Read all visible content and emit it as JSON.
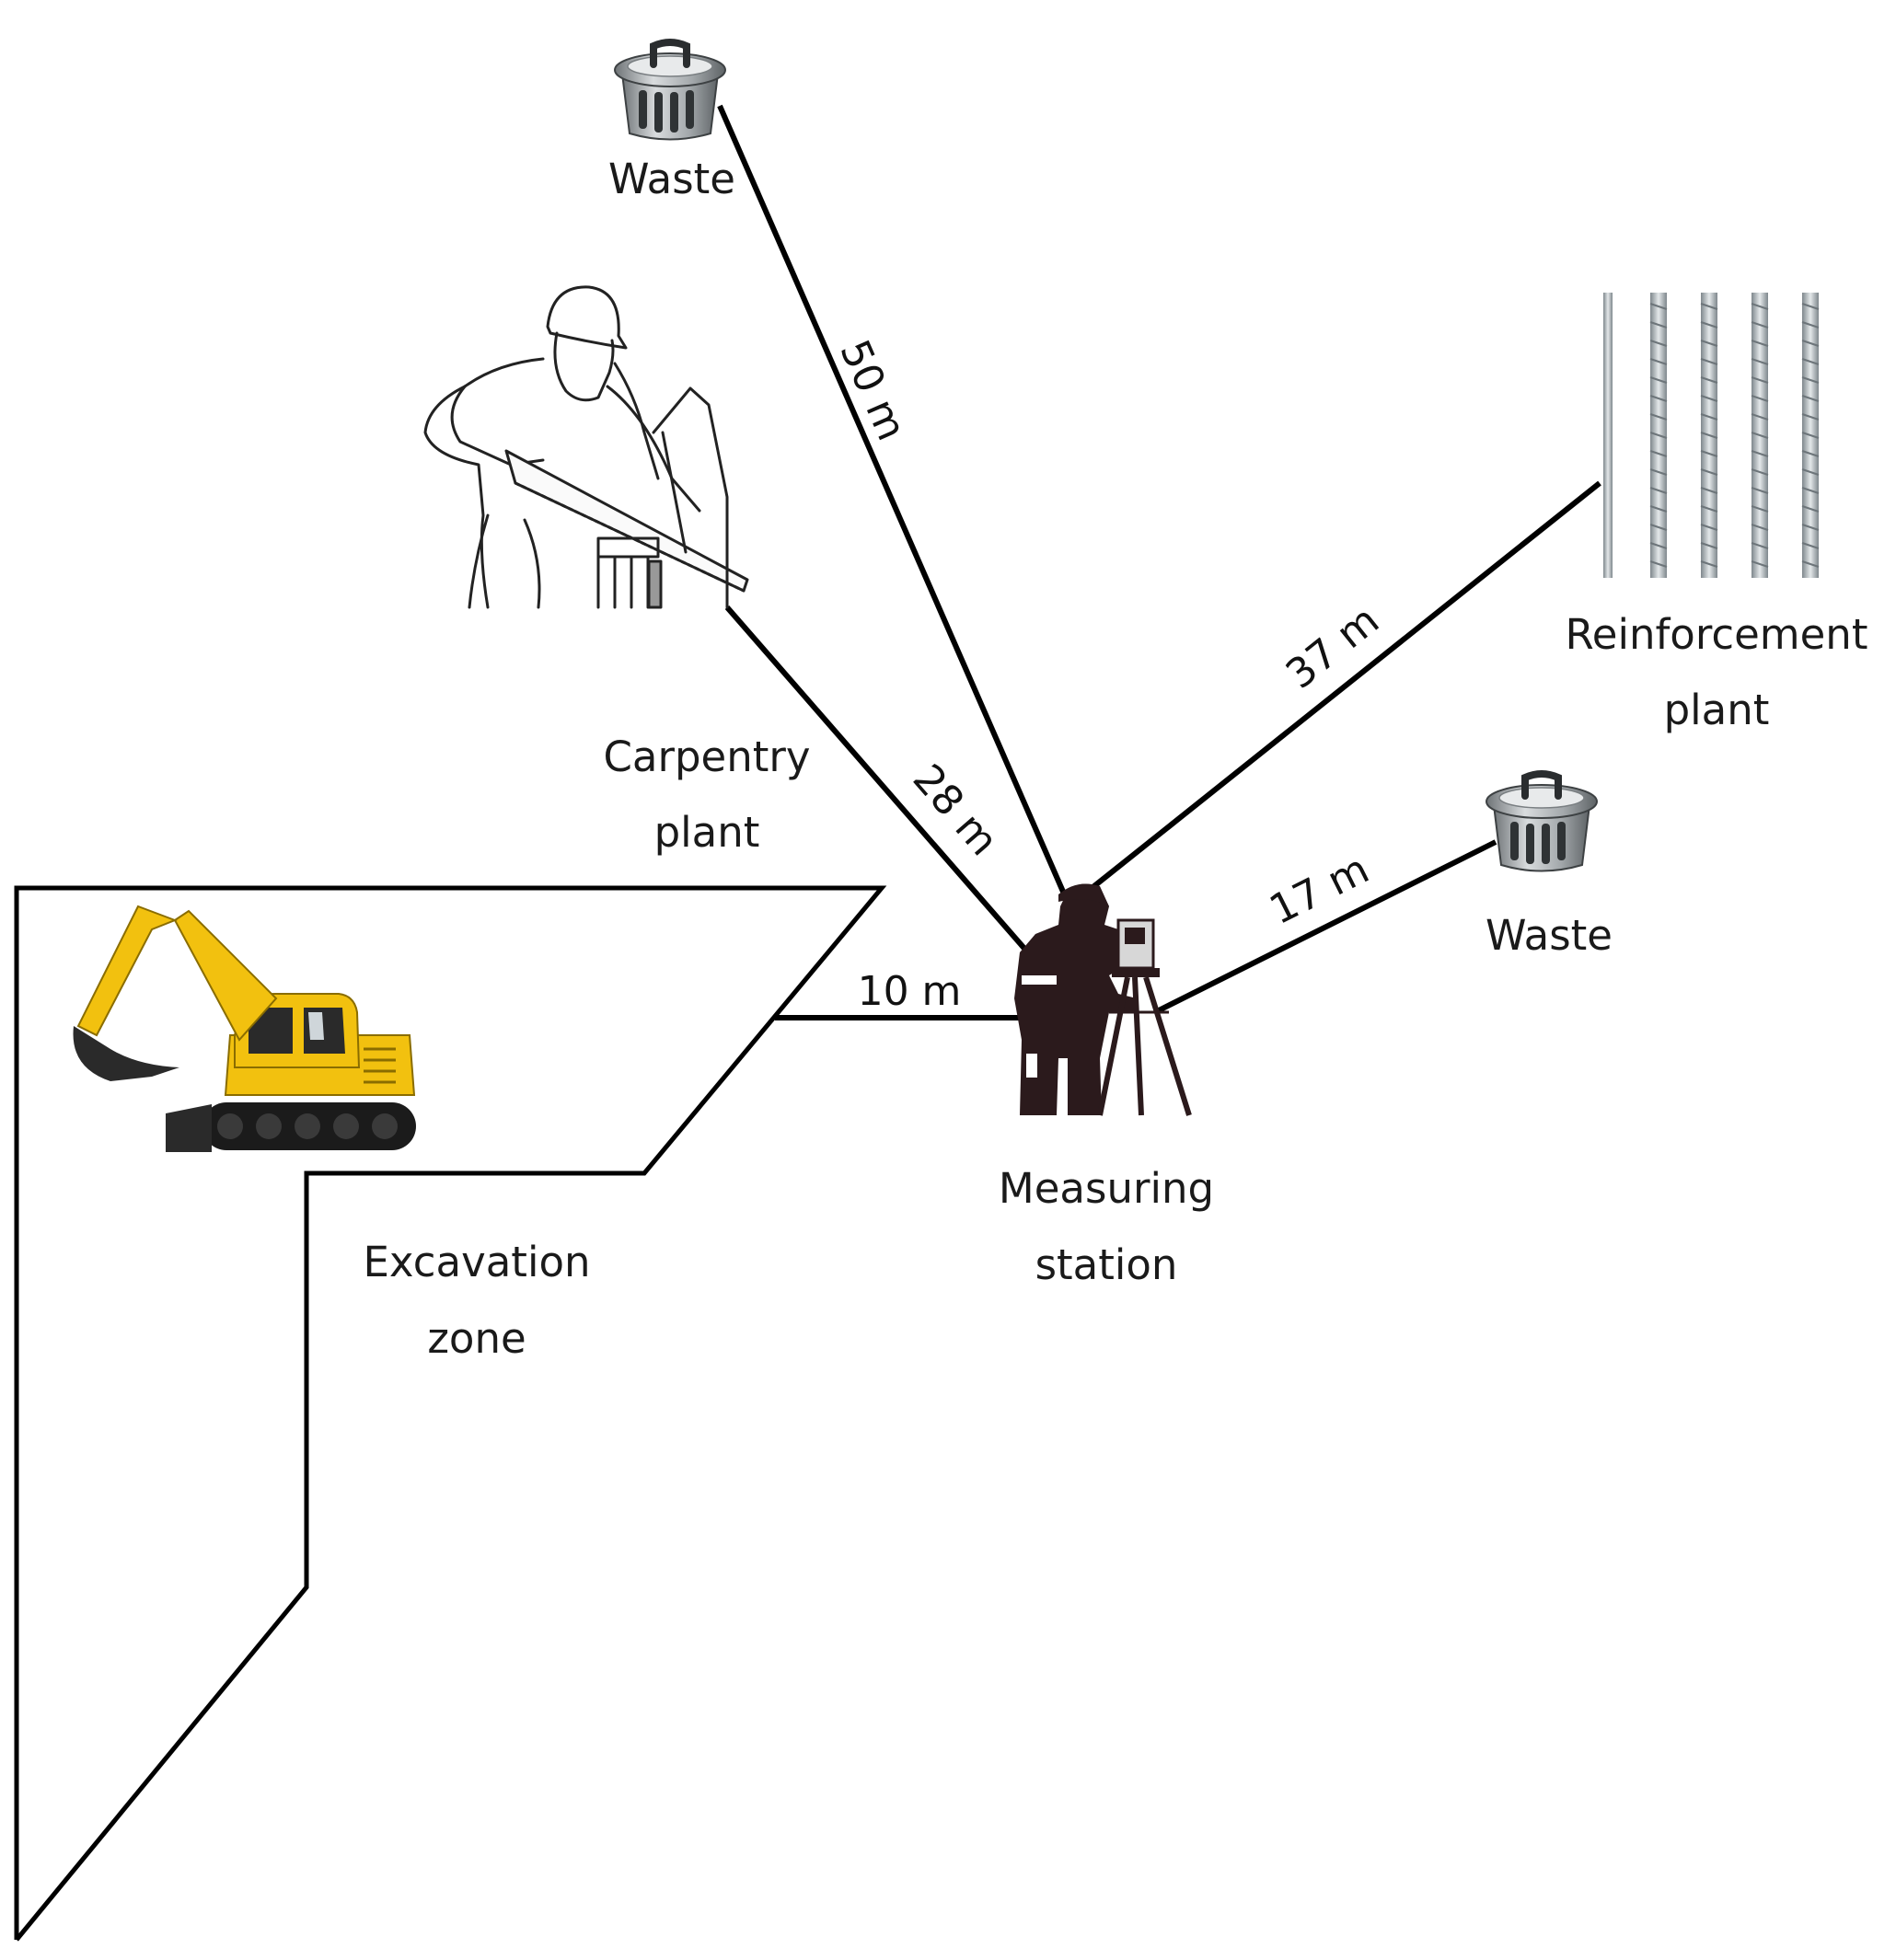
{
  "labels": {
    "waste_top": "Waste",
    "waste_right": "Waste",
    "carpentry_l1": "Carpentry",
    "carpentry_l2": "plant",
    "reinforcement_l1": "Reinforcement",
    "reinforcement_l2": "plant",
    "measuring_l1": "Measuring",
    "measuring_l2": "station",
    "excavation_l1": "Excavation",
    "excavation_l2": "zone"
  },
  "distances": {
    "to_waste_top": "50 m",
    "to_carpentry": "28 m",
    "to_reinforcement": "37 m",
    "to_waste_right": "17 m",
    "to_excavation": "10 m"
  },
  "icons": [
    "trash-can-icon",
    "carpenter-sawing-icon",
    "rebar-bars-icon",
    "surveyor-total-station-icon",
    "excavator-icon"
  ],
  "colors": {
    "excavator": "#f2c10f",
    "surveyor": "#2b1a1c",
    "trash": "#8f9497",
    "rebar": "#9aa3a8",
    "line": "#000000"
  }
}
